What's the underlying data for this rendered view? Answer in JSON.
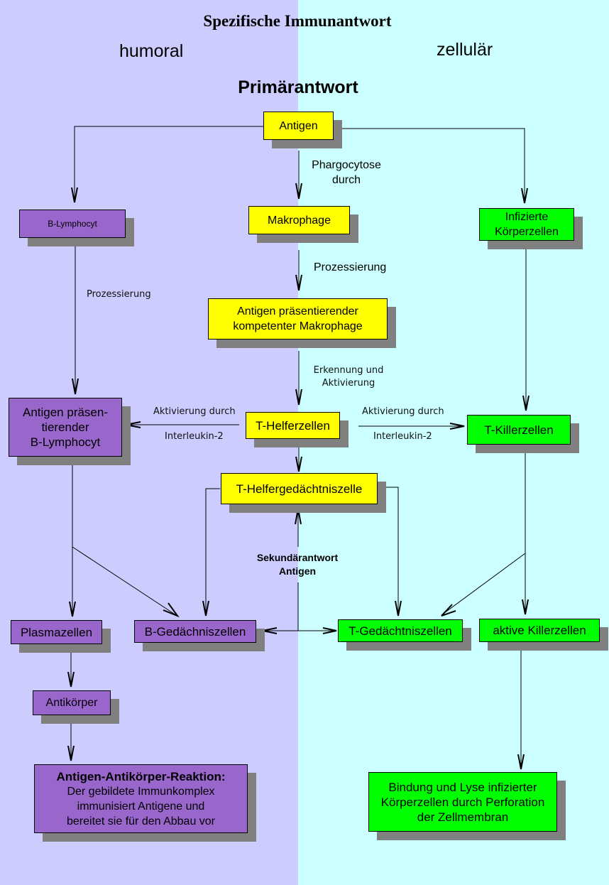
{
  "title": "Spezifische Immunantwort",
  "columns": {
    "left": "humoral",
    "right": "zellulär"
  },
  "section": "Primärantwort",
  "colors": {
    "humoral_bg": "#ccccff",
    "zellular_bg": "#ccffff",
    "yellow": "#ffff00",
    "purple": "#9966cc",
    "green": "#00ff00",
    "shadow": "#808080"
  },
  "nodes": {
    "antigen": "Antigen",
    "b_lymphocyt": "B-Lymphocyt",
    "makrophage": "Makrophage",
    "infizierte": "Infizierte\nKörperzellen",
    "apk_makrophage": "Antigen präsentierender\nkompetenter Makrophage",
    "ap_b_lymphocyt": "Antigen präsen-\ntierender\nB-Lymphocyt",
    "t_helfer": "T-Helferzellen",
    "t_killer": "T-Killerzellen",
    "t_helfergedaechtnis": "T-Helfergedächtniszelle",
    "plasmazellen": "Plasmazellen",
    "b_gedaechtnis": "B-Gedächniszellen",
    "t_gedaechtnis": "T-Gedächtniszellen",
    "aktive_killer": "aktive Killerzellen",
    "antikoerper": "Antikörper",
    "ag_ak_reaktion_title": "Antigen-Antikörper-Reaktion:",
    "ag_ak_reaktion_body": "Der gebildete Immunkomplex\nimmunisiert Antigene und\nbereitet sie für den Abbau vor",
    "lyse": "Bindung und Lyse infizierter\nKörperzellen durch Perforation\nder Zellmembran"
  },
  "edge_labels": {
    "phagocytose": "Phargocytose\ndurch",
    "prozessierung_main": "Prozessierung",
    "prozessierung_b": "Prozessierung",
    "erkennung": "Erkennung und\nAktivierung",
    "aktivierung_left_top": "Aktivierung durch",
    "aktivierung_left_bottom": "Interleukin-2",
    "aktivierung_right_top": "Aktivierung durch",
    "aktivierung_right_bottom": "Interleukin-2",
    "sekundaer": "Sekundärantwort\nAntigen"
  }
}
